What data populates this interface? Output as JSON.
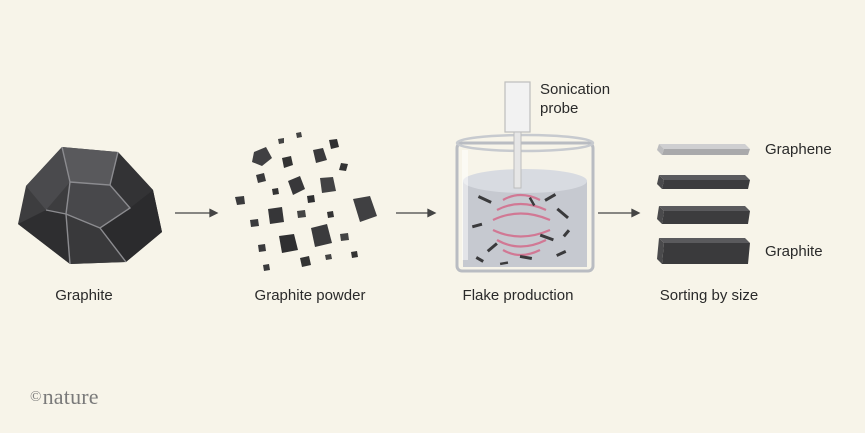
{
  "steps": [
    {
      "caption": "Graphite"
    },
    {
      "caption": "Graphite powder"
    },
    {
      "caption": "Flake production"
    },
    {
      "caption": "Sorting by size"
    }
  ],
  "probe_label_line1": "Sonication",
  "probe_label_line2": "probe",
  "layers": {
    "top_label": "Graphene",
    "bottom_label": "Graphite"
  },
  "brand": {
    "symbol": "©",
    "name": "nature"
  },
  "colors": {
    "background": "#f7f4e9",
    "graphite_dark": "#3a3a3c",
    "graphene_light": "#b4b4b6",
    "liquid": "#c9ccd3",
    "sonic_waves": "#d36a8a"
  }
}
